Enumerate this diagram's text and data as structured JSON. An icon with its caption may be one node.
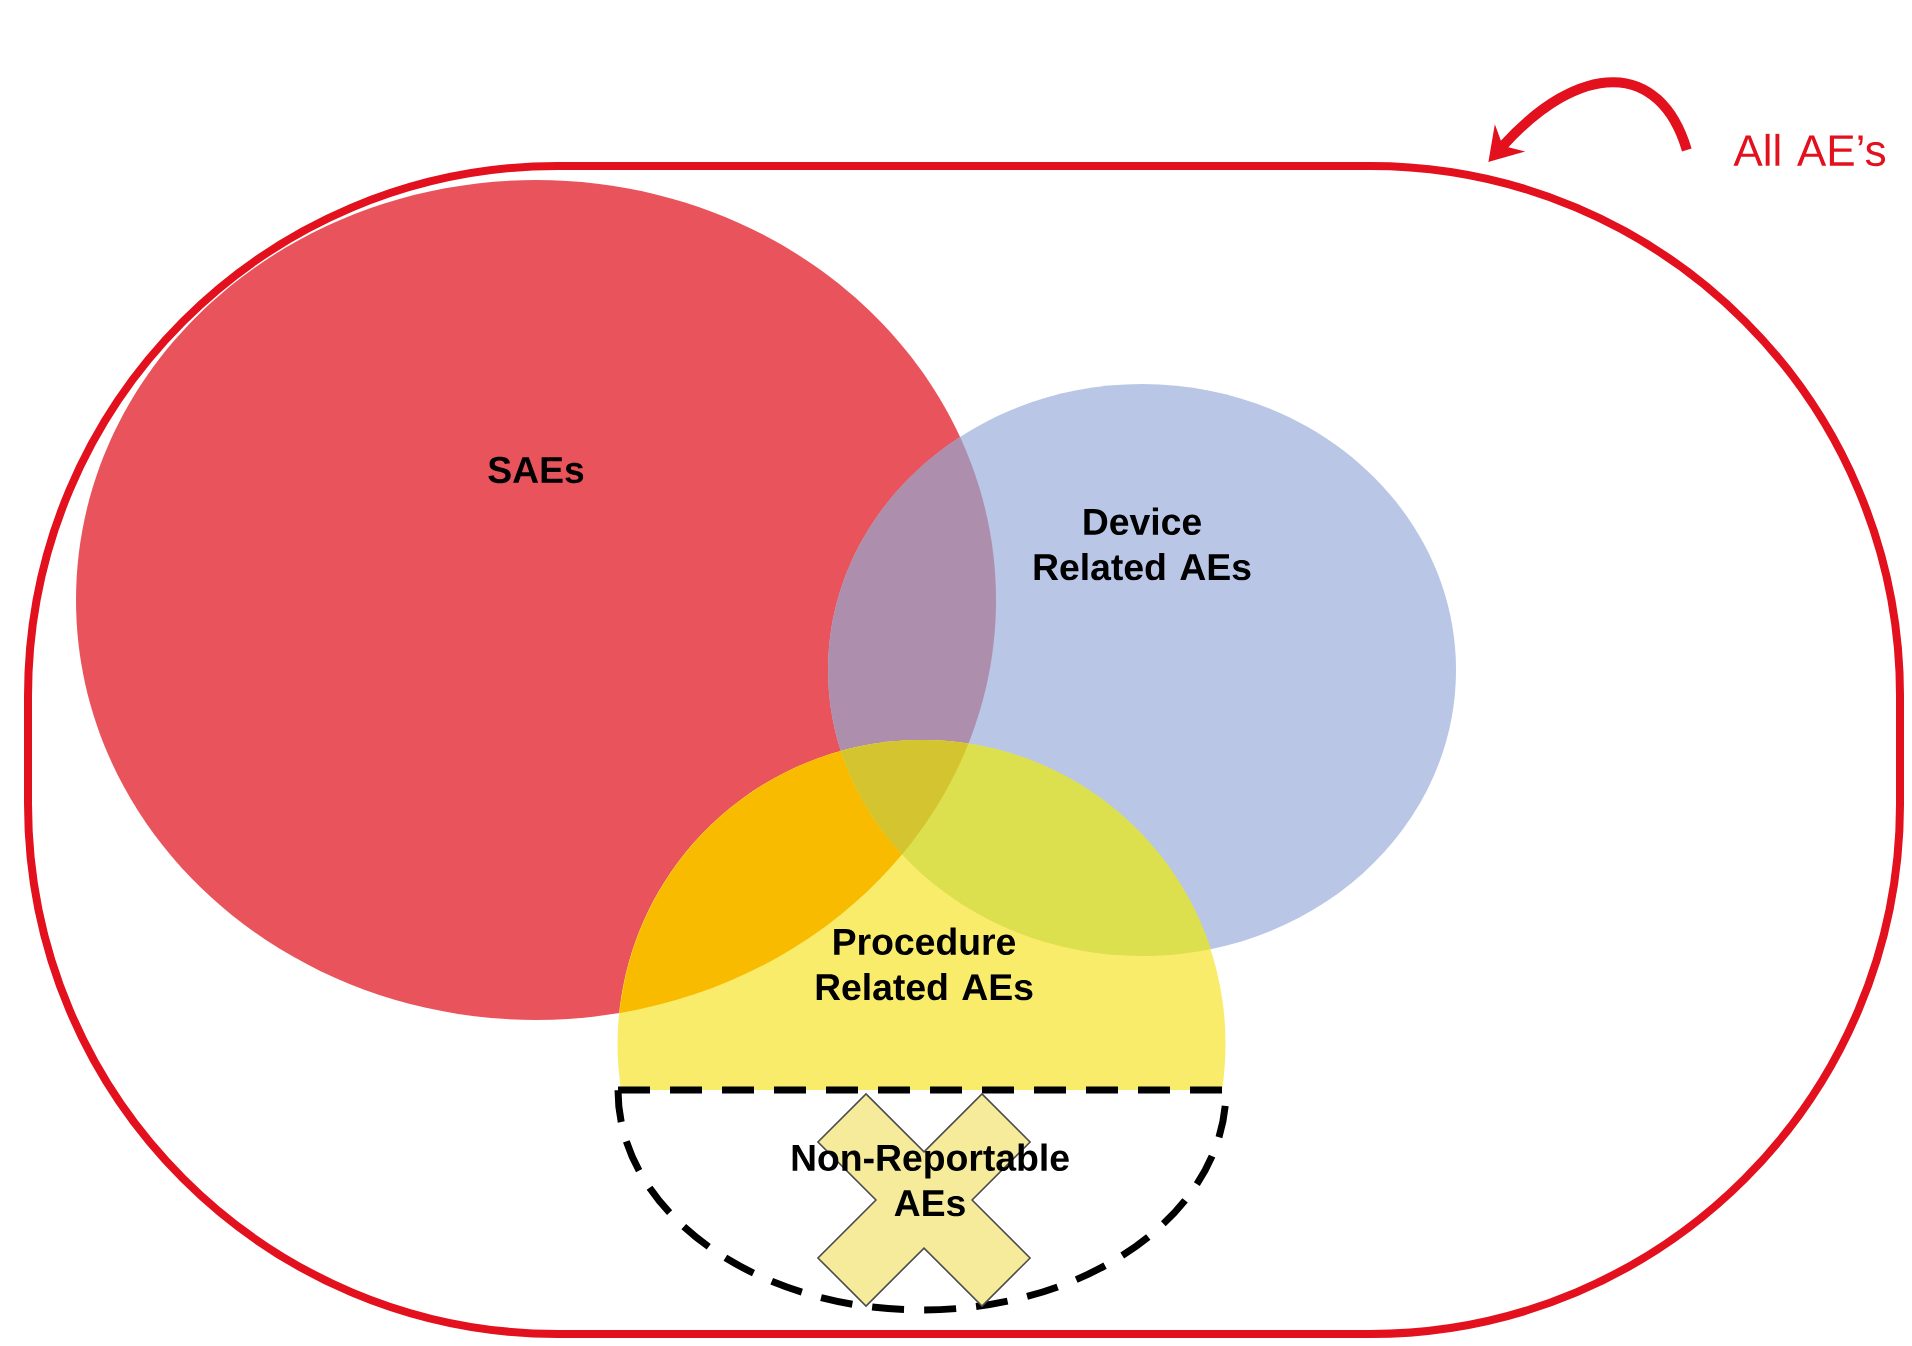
{
  "diagram": {
    "nodes": [
      {
        "text": [
          "All AE’s"
        ]
      },
      {
        "text": [],
        "shape": "circle"
      },
      {
        "text": [
          "SAEs"
        ],
        "in": 1
      },
      {
        "text": [
          "Device Related AEs"
        ],
        "in": 1
      },
      {
        "text": [
          "Procedure Related AEs"
        ],
        "in": 1
      },
      {
        "text": [
          "Non-Reportable AEs"
        ],
        "in": 1
      }
    ],
    "edges": [
      {
        "from": 0,
        "to": 1,
        "arrow": "to"
      }
    ]
  }
}
